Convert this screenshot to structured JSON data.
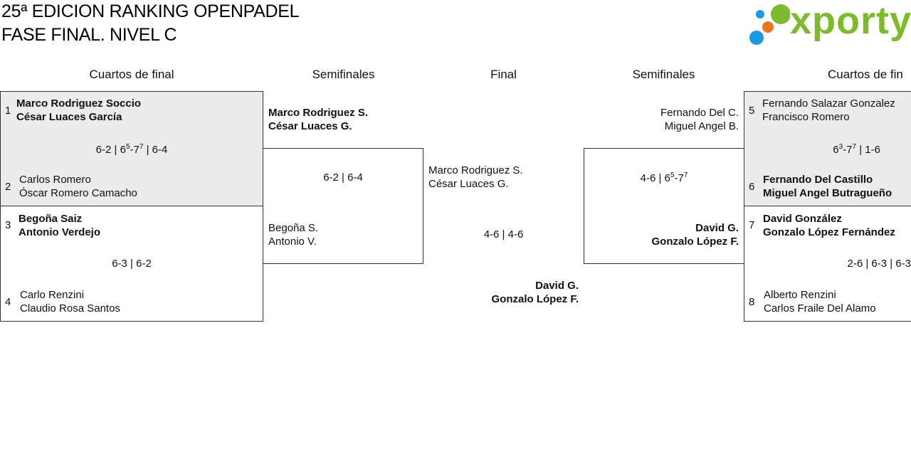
{
  "header": {
    "line1": "25ª EDICION RANKING OPENPADEL",
    "line2": "FASE FINAL. NIVEL C"
  },
  "logo": {
    "text": "xporty",
    "colors": {
      "green": "#7dbb2c",
      "blue": "#1a9be0",
      "orange": "#e87722"
    }
  },
  "rounds": {
    "qf_left": "Cuartos de final",
    "sf_left": "Semifinales",
    "final": "Final",
    "sf_right": "Semifinales",
    "qf_right": "Cuartos de fin"
  },
  "qf_left": {
    "m1": {
      "seed_a": "1",
      "a1": "Marco Rodriguez Soccio",
      "a2": "César Luaces García",
      "seed_b": "2",
      "b1": "Carlos Romero",
      "b2": "Óscar Romero Camacho",
      "score": {
        "s1": "6-2 | 6",
        "sup1": "5",
        "s2": "-7",
        "sup2": "7",
        "s3": " | 6-4"
      },
      "winner": "a"
    },
    "m2": {
      "seed_a": "3",
      "a1": "Begoña Saiz",
      "a2": "Antonio Verdejo",
      "seed_b": "4",
      "b1": "Carlo Renzini",
      "b2": "Claudio Rosa Santos",
      "score": "6-3 | 6-2",
      "winner": "a"
    }
  },
  "sf_left": {
    "a1": "Marco Rodriguez S.",
    "a2": "César Luaces G.",
    "b1": "Begoña S.",
    "b2": "Antonio V.",
    "score": "6-2 | 6-4",
    "winner": "a"
  },
  "final": {
    "a1": "Marco Rodriguez S.",
    "a2": "César Luaces G.",
    "b1": "David G.",
    "b2": "Gonzalo López F.",
    "score": "4-6 | 4-6",
    "winner": "b"
  },
  "sf_right": {
    "a1": "Fernando Del C.",
    "a2": "Miguel Angel B.",
    "b1": "David G.",
    "b2": "Gonzalo López F.",
    "score": {
      "s1": "4-6 | 6",
      "sup1": "5",
      "s2": "-7",
      "sup2": "7"
    },
    "winner": "b"
  },
  "qf_right": {
    "m1": {
      "seed_a": "5",
      "a1": "Fernando Salazar Gonzalez",
      "a2": "Francisco Romero",
      "seed_b": "6",
      "b1": "Fernando Del Castillo",
      "b2": "Miguel Angel Butragueño",
      "score": {
        "s1": "6",
        "sup1": "3",
        "s2": "-7",
        "sup2": "7",
        "s3": " | 1-6"
      },
      "winner": "b"
    },
    "m2": {
      "seed_a": "7",
      "a1": "David González",
      "a2": "Gonzalo López Fernández",
      "seed_b": "8",
      "b1": "Alberto Renzini",
      "b2": "Carlos Fraile Del Alamo",
      "score": "2-6 | 6-3 | 6-3",
      "winner": "a"
    }
  }
}
